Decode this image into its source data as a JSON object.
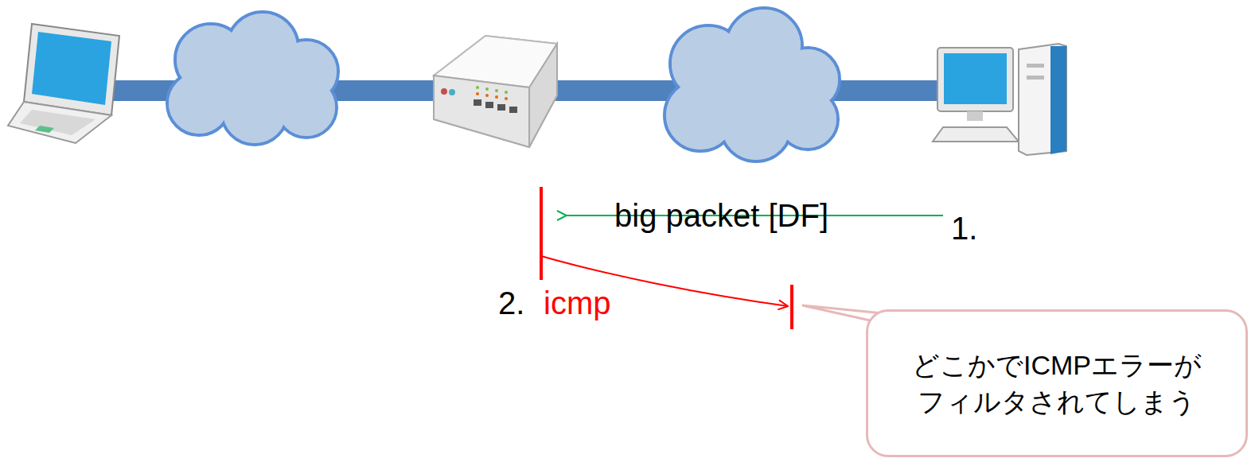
{
  "diagram": {
    "nodes": [
      {
        "text": [
          "どこかでICMPエラーが フィルタされてしまう"
        ]
      }
    ],
    "labels": [
      "big packet [DF]",
      "1.",
      "2.",
      "icmp"
    ]
  }
}
